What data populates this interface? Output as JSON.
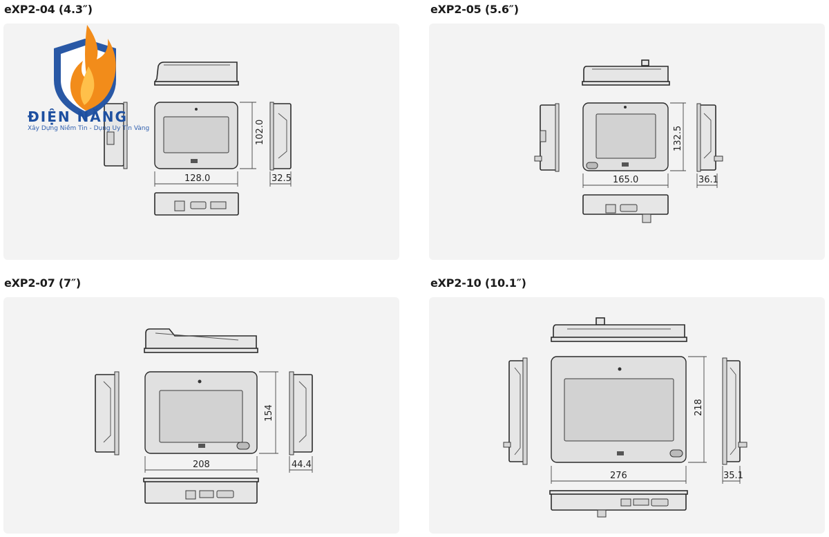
{
  "panels": [
    {
      "title": "eXP2-04 (4.3″)",
      "width": "128.0",
      "height": "102.0",
      "depth": "32.5"
    },
    {
      "title": "eXP2-05 (5.6″)",
      "width": "165.0",
      "height": "132.5",
      "depth": "36.1"
    },
    {
      "title": "eXP2-07 (7″)",
      "width": "208",
      "height": "154",
      "depth": "44.4"
    },
    {
      "title": "eXP2-10 (10.1″)",
      "width": "276",
      "height": "218",
      "depth": "35.1"
    }
  ],
  "watermark": {
    "brand": "ĐIỆN NĂNG",
    "tagline": "Xây Dựng Niềm Tin - Dụng Uy Tín Vàng"
  },
  "colors": {
    "panel_bg": "#f3f3f3",
    "device_outline": "#2a2a2a",
    "logo_blue": "#1d4fa0",
    "logo_orange": "#f28c1a"
  }
}
